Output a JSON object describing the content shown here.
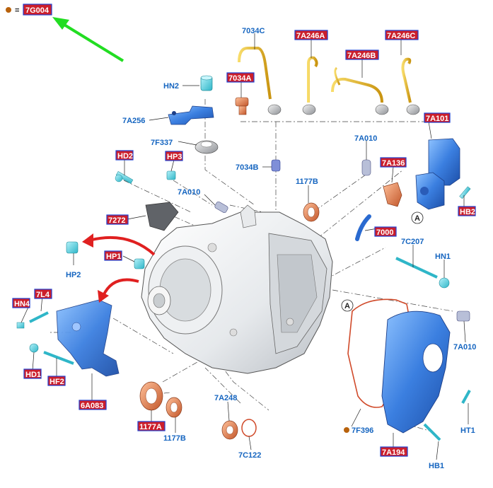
{
  "legend": {
    "marker_color": "#b8620c",
    "equals": "=",
    "part_code": "7G004"
  },
  "colors": {
    "label_blue": "#1565c0",
    "highlight_red": "#cc1f2b",
    "highlight_border": "#1f3fd0",
    "arrow_green": "#22dd22",
    "arrow_red": "#e02020",
    "part_blue": "#3b7fe0",
    "part_cyan": "#3fd0e0",
    "part_copper": "#e07040",
    "part_yellow": "#e8b820"
  },
  "labels": {
    "c7034C": "7034C",
    "c7A246A": "7A246A",
    "c7A246B": "7A246B",
    "c7A246C": "7A246C",
    "c7034A": "7034A",
    "hn2": "HN2",
    "c7A256": "7A256",
    "c7F337": "7F337",
    "c7034B": "7034B",
    "c7A010_top": "7A010",
    "c7A101": "7A101",
    "hd2": "HD2",
    "hp3": "HP3",
    "c7A010_mid": "7A010",
    "c1177B_top": "1177B",
    "c7A136": "7A136",
    "c7272": "7272",
    "hb2": "HB2",
    "c7000": "7000",
    "hp1": "HP1",
    "c7C207": "7C207",
    "hp2": "HP2",
    "hn1": "HN1",
    "hn4": "HN4",
    "c7L4": "7L4",
    "hd1": "HD1",
    "hf2": "HF2",
    "c6A083": "6A083",
    "c7A010_right": "7A010",
    "c1177A": "1177A",
    "c1177B_bot": "1177B",
    "c7A248": "7A248",
    "c7C122": "7C122",
    "c7F396": "7F396",
    "c7A194": "7A194",
    "ht1": "HT1",
    "hb1": "HB1",
    "callout_a": "A"
  }
}
